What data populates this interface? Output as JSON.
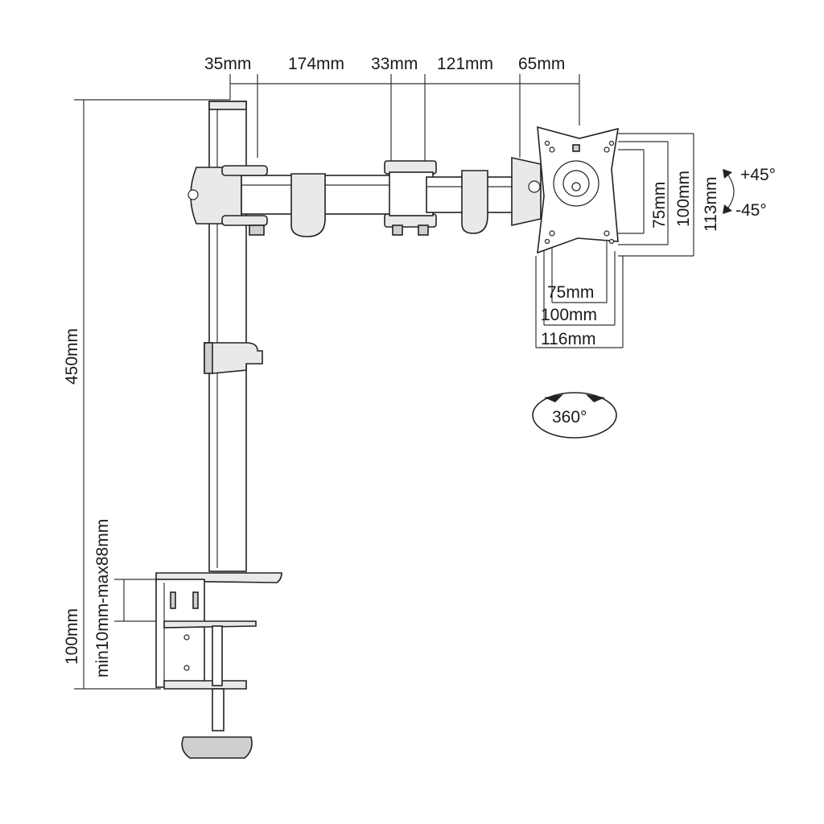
{
  "dimensions": {
    "top": [
      "35mm",
      "174mm",
      "33mm",
      "121mm",
      "65mm"
    ],
    "height": "450mm",
    "clamp_height": "100mm",
    "clamp_range": "min10mm-max88mm",
    "vesa_vertical": [
      "75mm",
      "100mm",
      "113mm"
    ],
    "vesa_horizontal": [
      "75mm",
      "100mm",
      "116mm"
    ]
  },
  "rotation": {
    "tilt_up": "+45°",
    "tilt_down": "-45°",
    "swivel": "360°"
  },
  "colors": {
    "line": "#222222",
    "metal_light": "#e9e9e9",
    "metal_dark": "#cfcfcf"
  }
}
